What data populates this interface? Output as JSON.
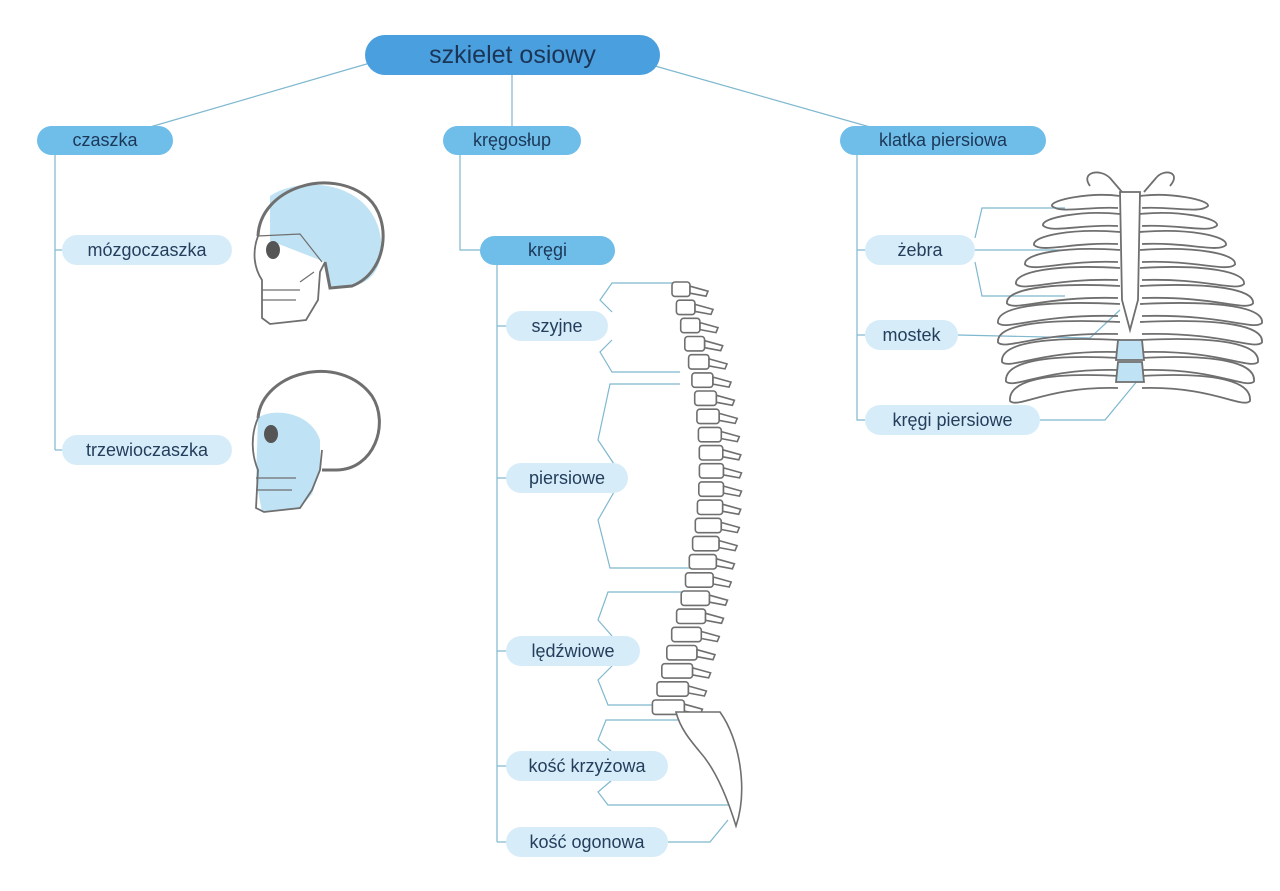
{
  "root": {
    "label": "szkielet osiowy"
  },
  "branches": {
    "czaszka": {
      "label": "czaszka",
      "children": [
        "mózgoczaszka",
        "trzewioczaszka"
      ]
    },
    "kregoslup": {
      "label": "kręgosłup",
      "kregi": {
        "label": "kręgi",
        "children": [
          "szyjne",
          "piersiowe",
          "lędźwiowe",
          "kość krzyżowa",
          "kość ogonowa"
        ]
      }
    },
    "klatka": {
      "label": "klatka piersiowa",
      "children": [
        "żebra",
        "mostek",
        "kręgi piersiowe"
      ]
    }
  },
  "colors": {
    "root_fill": "#4a9fde",
    "level1_fill": "#6fbde9",
    "level2_fill": "#d6edf9",
    "connector": "#7fb8cf",
    "bone_outline": "#6f6f6f",
    "highlight": "#bfe3f4"
  }
}
